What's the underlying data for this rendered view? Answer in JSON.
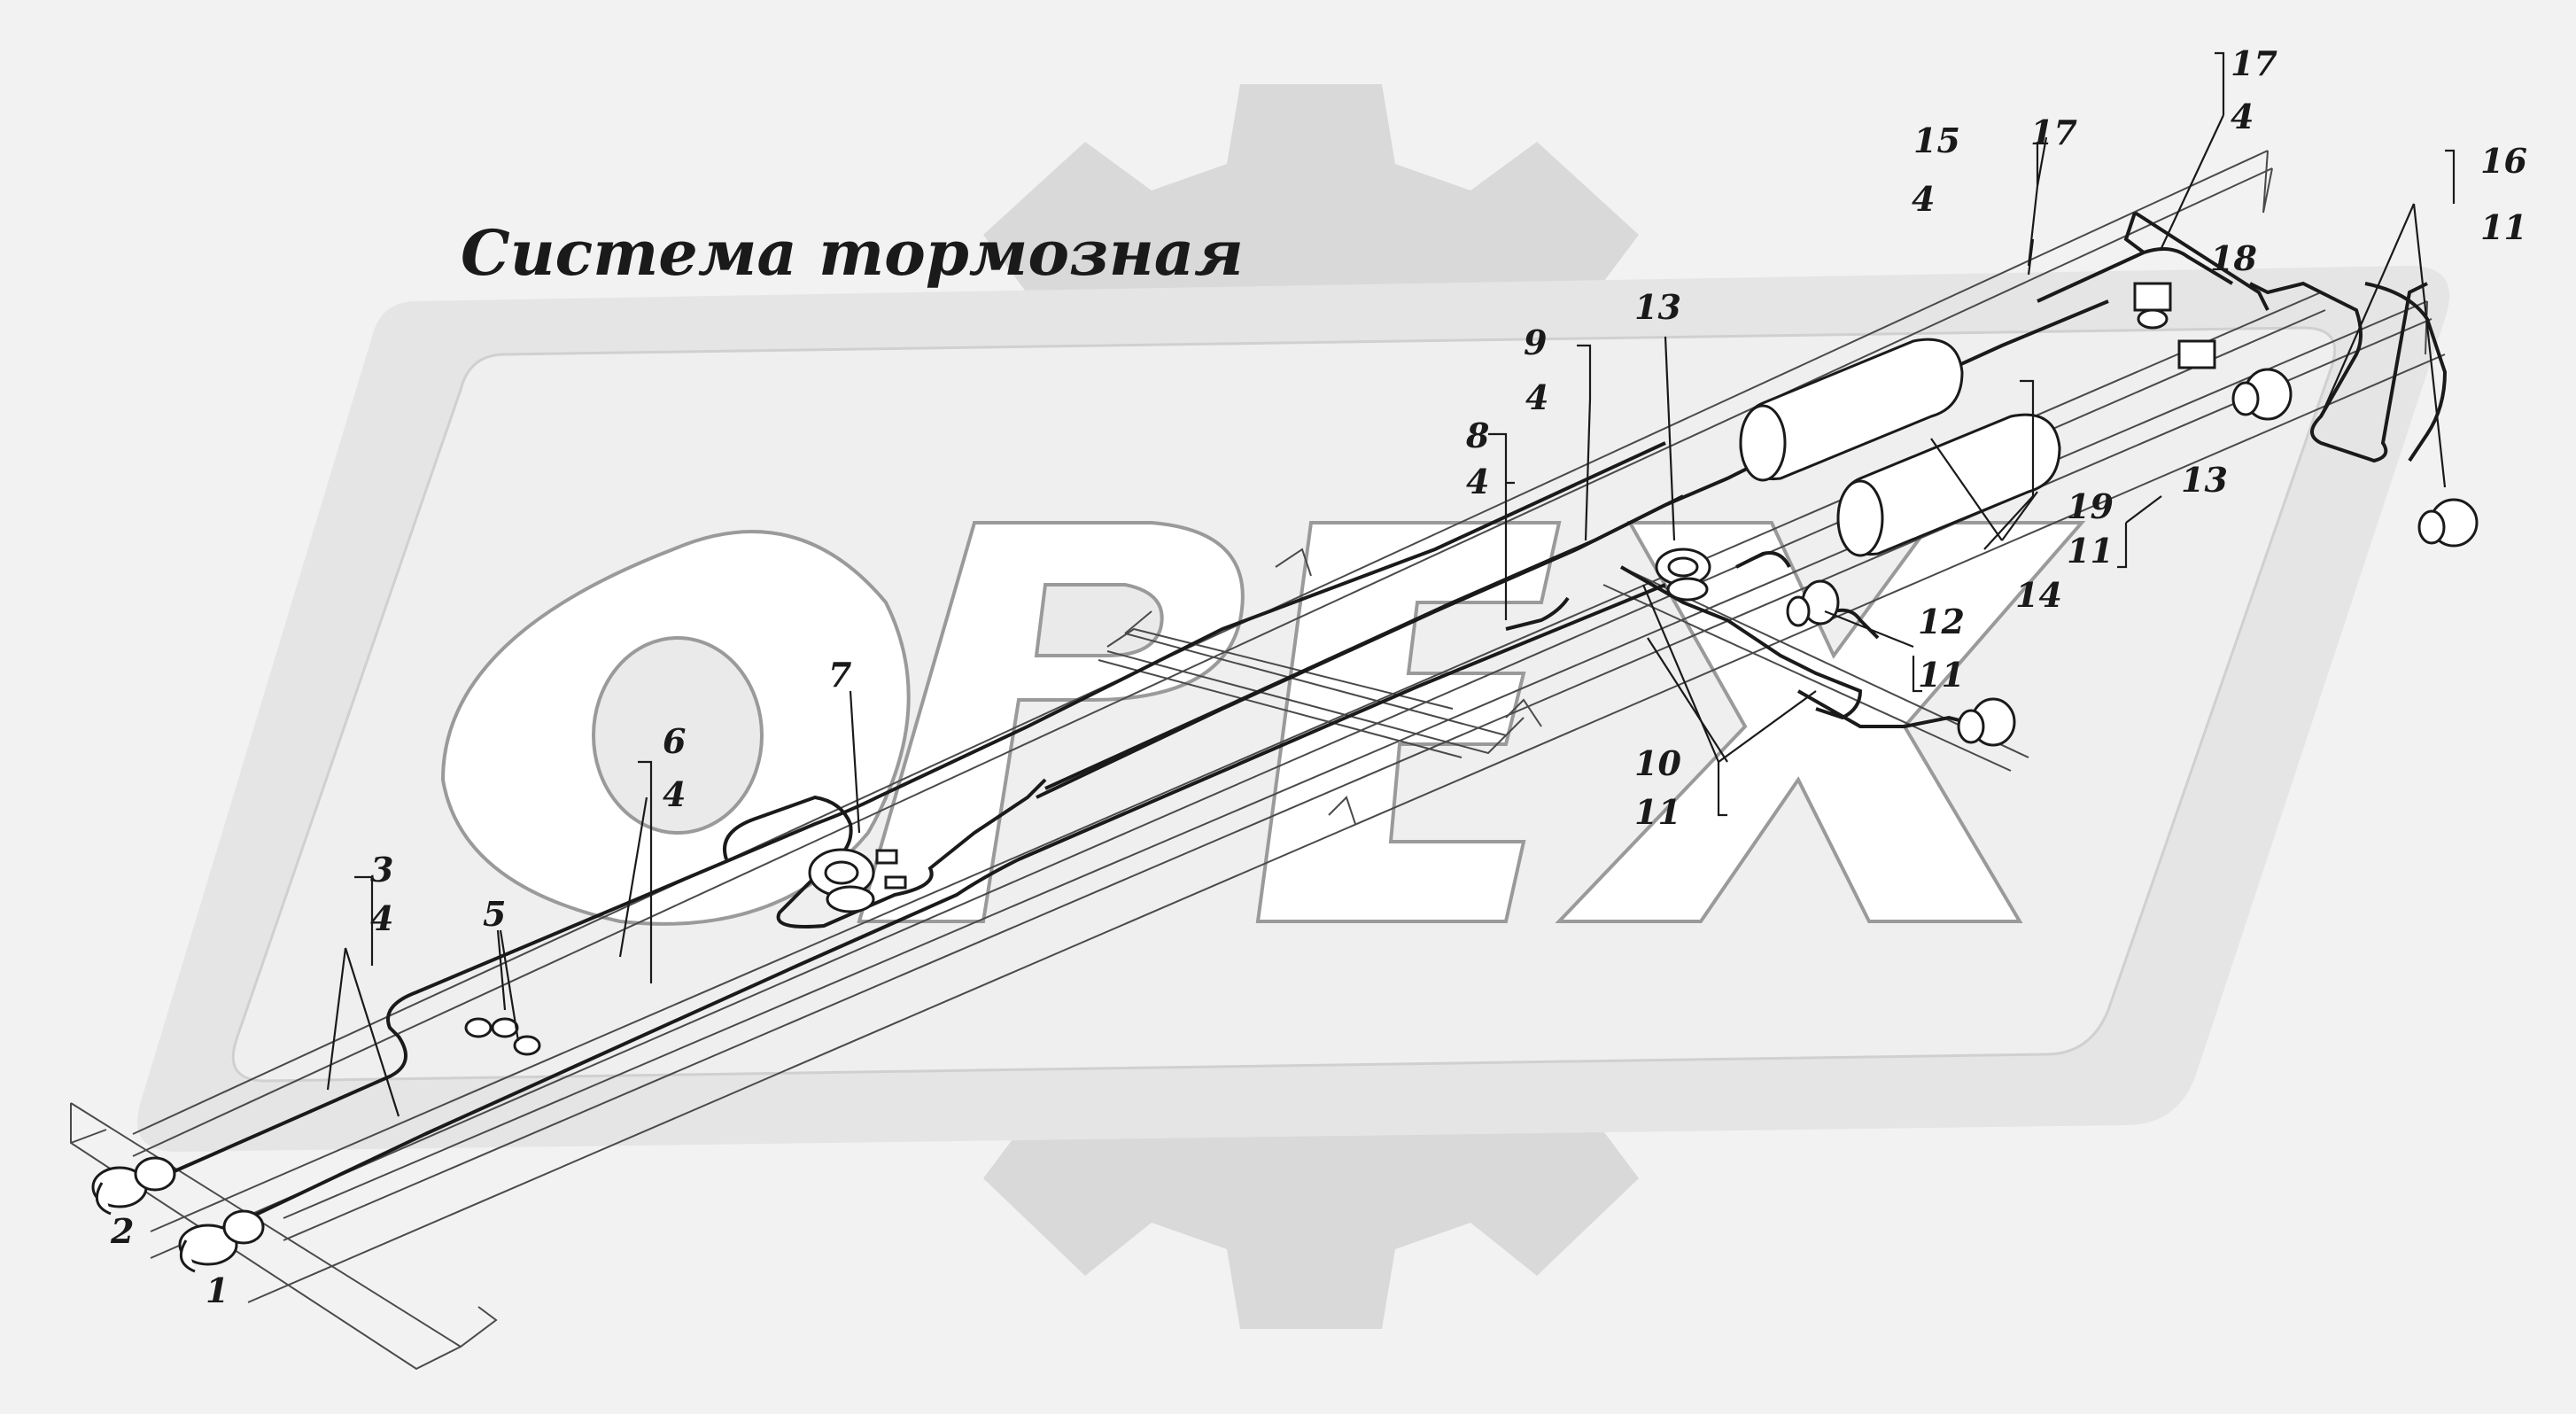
{
  "title": "Система тормозная",
  "colors": {
    "background": "#f2f2f2",
    "watermark_gear": "#d9d9d9",
    "watermark_plate": "#e9e9e9",
    "ink": "#1a1a1a"
  },
  "callouts": {
    "n1": "1",
    "n2": "2",
    "n3": "3",
    "n4": "4",
    "n5": "5",
    "n6": "6",
    "n7": "7",
    "n8": "8",
    "n9": "9",
    "n10": "10",
    "n11": "11",
    "n12": "12",
    "n13": "13",
    "n14": "14",
    "n15": "15",
    "n16": "16",
    "n17": "17",
    "n18": "18",
    "n19": "19"
  }
}
